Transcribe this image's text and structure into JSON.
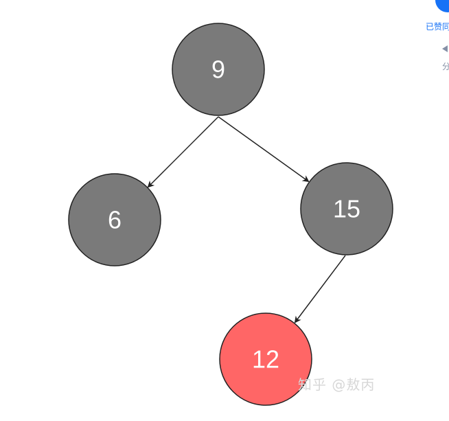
{
  "tree": {
    "nodes": [
      {
        "id": "n9",
        "label": "9",
        "fill": "#7a7a7a"
      },
      {
        "id": "n6",
        "label": "6",
        "fill": "#7a7a7a"
      },
      {
        "id": "n15",
        "label": "15",
        "fill": "#7a7a7a"
      },
      {
        "id": "n12",
        "label": "12",
        "fill": "#ff6666"
      }
    ],
    "edges": [
      {
        "from": "n9",
        "to": "n6"
      },
      {
        "from": "n9",
        "to": "n15"
      },
      {
        "from": "n15",
        "to": "n12"
      }
    ]
  },
  "watermark": "知乎 @敖丙",
  "side_rail": {
    "like_label": "已赞同",
    "share_label": "分"
  },
  "colors": {
    "node_gray": "#7a7a7a",
    "node_red": "#ff6666",
    "stroke": "#222222",
    "accent": "#1772f6"
  }
}
